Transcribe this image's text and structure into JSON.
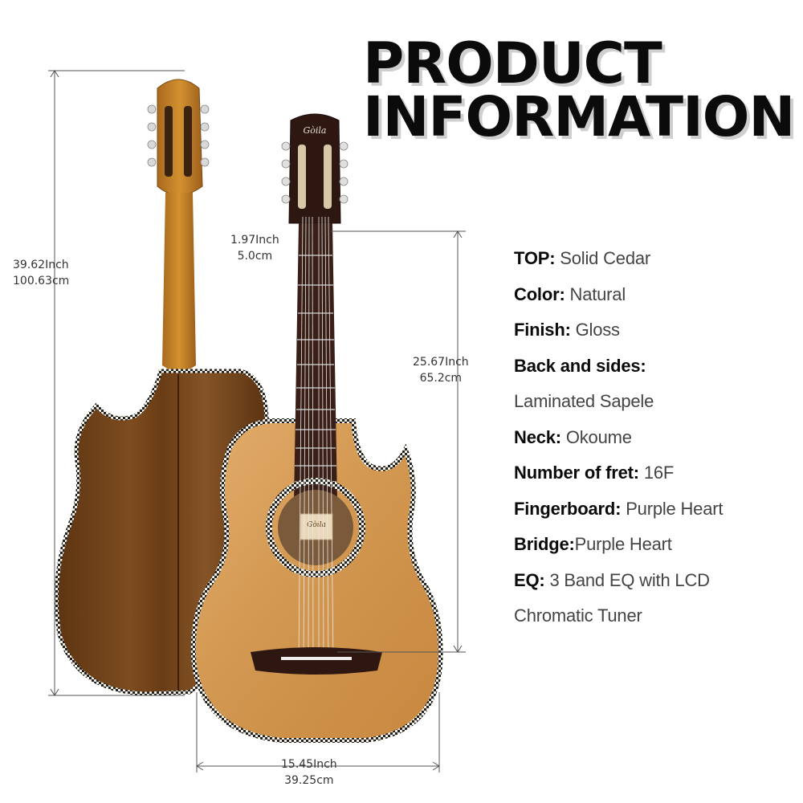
{
  "title": {
    "line1": "PRODUCT",
    "line2": "INFORMATION"
  },
  "dimensions": {
    "total_length": {
      "inch": "39.62Inch",
      "cm": "100.63cm"
    },
    "nut_width": {
      "inch": "1.97Inch",
      "cm": "5.0cm"
    },
    "scale_length": {
      "inch": "25.67Inch",
      "cm": "65.2cm"
    },
    "body_width": {
      "inch": "15.45Inch",
      "cm": "39.25cm"
    }
  },
  "brand": {
    "logo_text": "Gòila"
  },
  "specs": [
    {
      "key": "TOP:",
      "value": "Solid Cedar"
    },
    {
      "key": "Color:",
      "value": "Natural"
    },
    {
      "key": "Finish:",
      "value": "Gloss"
    },
    {
      "key": "Back and sides:",
      "value": ""
    },
    {
      "key": "",
      "value": "Laminated Sapele"
    },
    {
      "key": "Neck:",
      "value": "Okoume"
    },
    {
      "key": "Number of fret:",
      "value": "16F"
    },
    {
      "key": "Fingerboard:",
      "value": "Purple Heart"
    },
    {
      "key": "Bridge:",
      "value": "Purple Heart"
    },
    {
      "key": "EQ:",
      "value": "3 Band EQ with LCD"
    },
    {
      "key": "",
      "value": "Chromatic Tuner"
    }
  ],
  "colors": {
    "background": "#ffffff",
    "back_wood": "#7a4a1c",
    "top_wood": "#d49a55",
    "fingerboard": "#3a1f17",
    "title": "#0b0b0b"
  }
}
